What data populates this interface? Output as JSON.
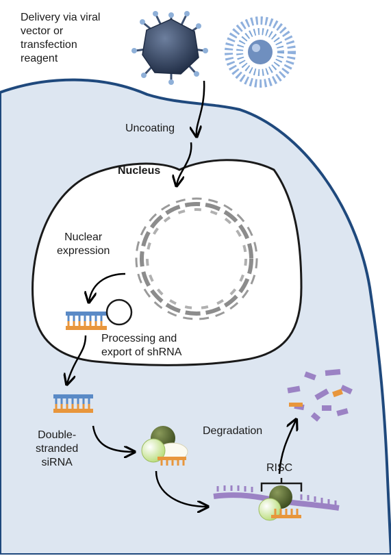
{
  "labels": {
    "delivery": "Delivery  via viral\nvector or\ntransfection\nreagent",
    "uncoating": "Uncoating",
    "nucleus": "Nucleus",
    "nuclear_expression": "Nuclear\nexpression",
    "processing": "Processing and\nexport of shRNA",
    "double_stranded": "Double-\nstranded\nsiRNA",
    "degradation": "Degradation",
    "risc": "RISC"
  },
  "colors": {
    "cell_fill": "#dde6f1",
    "membrane": "#1f497d",
    "nucleus_fill": "#ffffff",
    "nucleus_border": "#1a1a1a",
    "virus": "#2f4060",
    "liposome": "#7fa6d6",
    "rna_blue": "#5a8ac6",
    "rna_orange": "#e8963c",
    "mrna_purple": "#9b82c4",
    "risc_green": "#4e5e2a",
    "risc_lightgreen": "#d9ecb0",
    "dna": "#8c8c8c"
  }
}
